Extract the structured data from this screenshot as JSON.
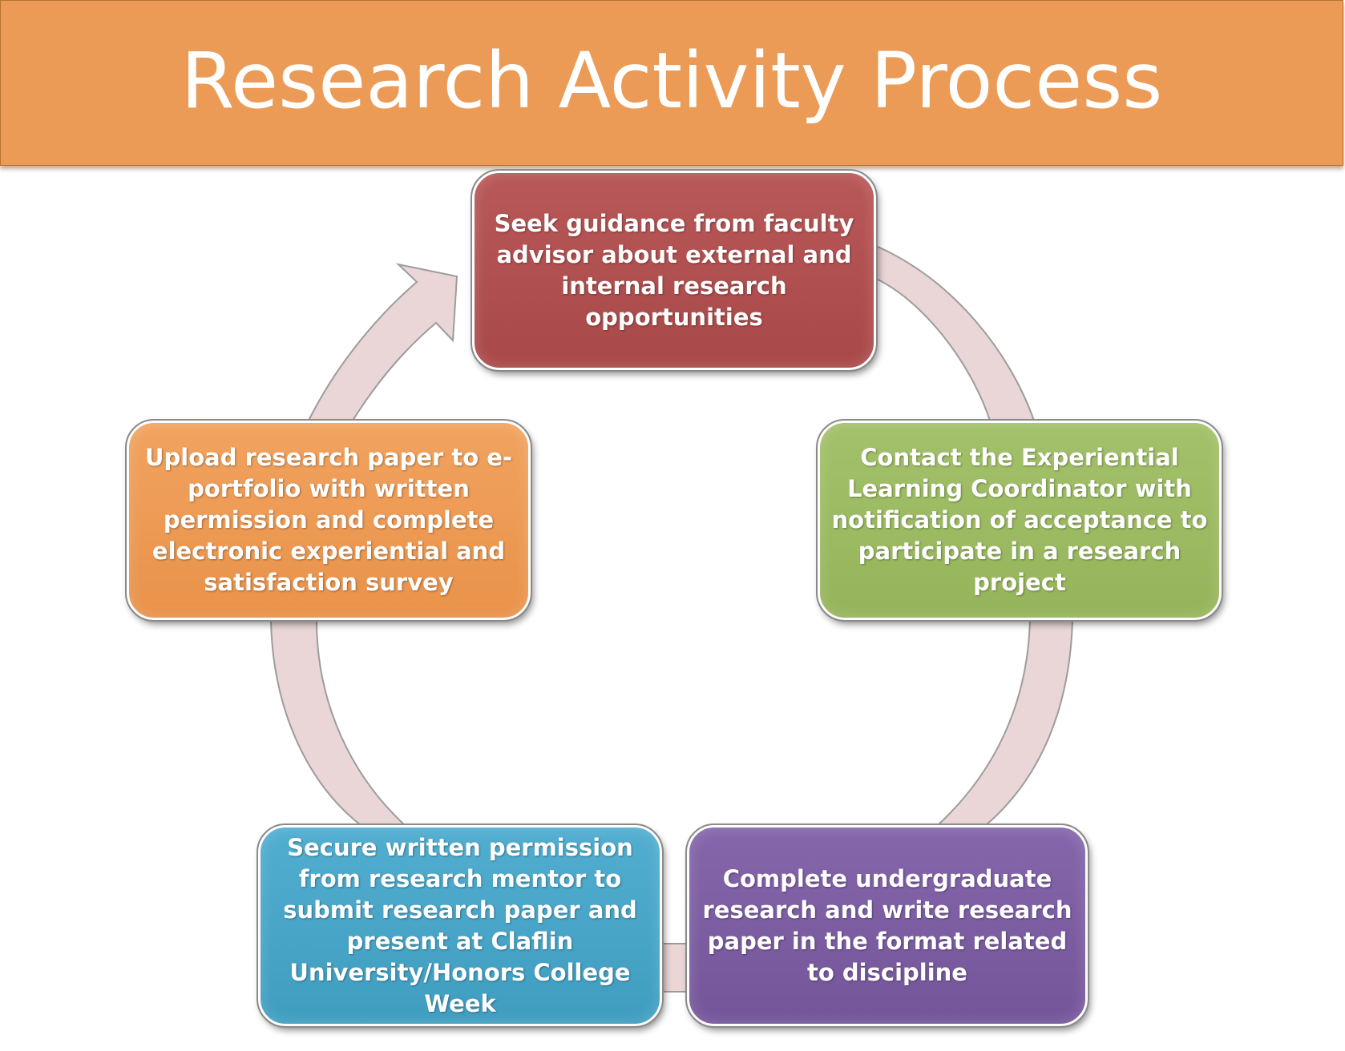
{
  "title": "Research Activity Process",
  "colors": {
    "banner": "#eb9b56",
    "step_1": "#b04f4f",
    "step_2": "#9bba60",
    "step_3": "#7c5ea2",
    "step_4": "#48a6c8",
    "step_5": "#ed9a52",
    "cycle_arrow": "#ead6d7"
  },
  "steps": [
    {
      "text": "Seek guidance from faculty advisor about external and internal research opportunities"
    },
    {
      "text": "Contact the Experiential Learning Coordinator with notification of acceptance to participate in a research project"
    },
    {
      "text": "Complete undergraduate research and write research paper in the format related to discipline"
    },
    {
      "text": "Secure written permission from research mentor to submit research paper and present at Claflin University/Honors College Week"
    },
    {
      "text": "Upload research paper to e-portfolio with written permission and complete electronic experiential and satisfaction survey"
    }
  ]
}
